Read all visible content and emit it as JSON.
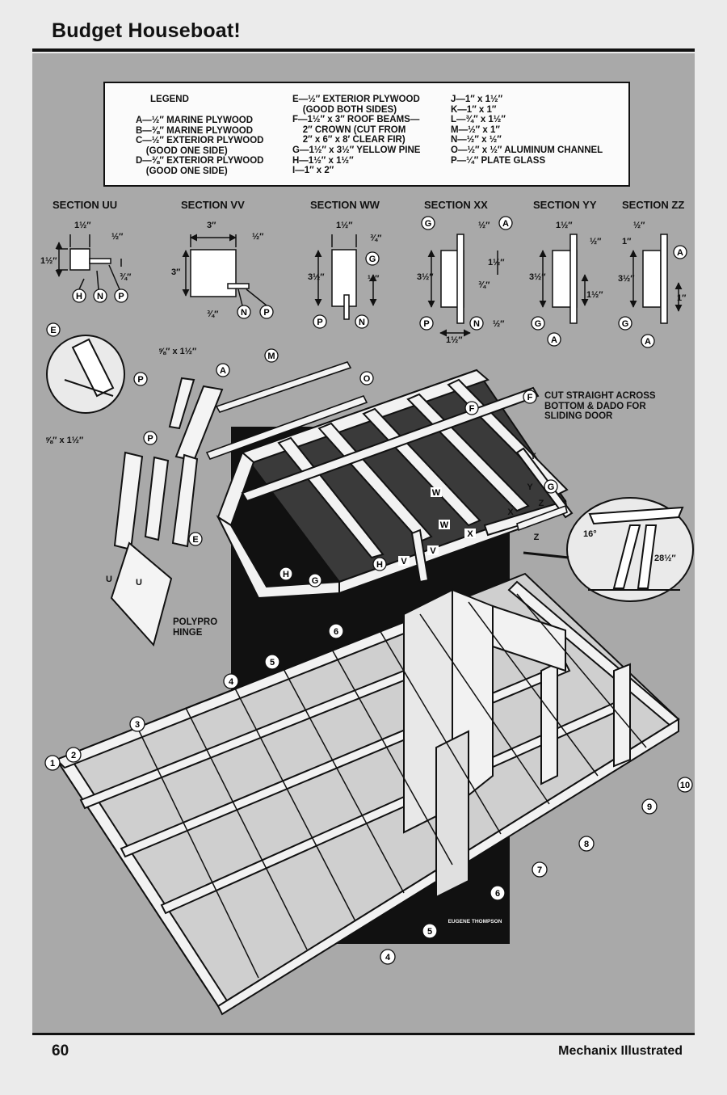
{
  "header": {
    "title": "Budget Houseboat!"
  },
  "footer": {
    "page_number": "60",
    "magazine": "Mechanix Illustrated"
  },
  "legend": {
    "title": "LEGEND",
    "col1": [
      "A—½″ MARINE PLYWOOD",
      "B—⅜″ MARINE PLYWOOD",
      "C—½″ EXTERIOR PLYWOOD",
      "    (GOOD ONE SIDE)",
      "D—⅜″ EXTERIOR PLYWOOD",
      "    (GOOD ONE SIDE)"
    ],
    "col2": [
      "E—½″ EXTERIOR PLYWOOD",
      "    (GOOD BOTH SIDES)",
      "F—1½″ x 3″ ROOF BEAMS—",
      "    2″ CROWN (CUT FROM",
      "    2″ x 6″ x 8′ CLEAR FIR)",
      "G—1½″ x 3½″ YELLOW PINE",
      "H—1½″ x 1½″",
      "I—1″ x 2″"
    ],
    "col3": [
      "J—1″ x 1½″",
      "K—1″ x 1″",
      "L—¾″ x 1½″",
      "M—½″ x 1″",
      "N—½″ x ½″",
      "O—½″ x ½″ ALUMINUM CHANNEL",
      "P—¼″ PLATE GLASS"
    ]
  },
  "sections": {
    "uu": {
      "label": "SECTION UU",
      "dims": [
        "1½″",
        "½″",
        "1½″",
        "¾″"
      ],
      "markers": [
        "H",
        "N",
        "P"
      ]
    },
    "vv": {
      "label": "SECTION VV",
      "dims": [
        "3″",
        "½″",
        "3″",
        "¾″"
      ],
      "markers": [
        "N",
        "P"
      ]
    },
    "ww": {
      "label": "SECTION WW",
      "dims": [
        "1½″",
        "¾″",
        "3½″",
        "½″"
      ],
      "markers": [
        "G",
        "P",
        "N"
      ]
    },
    "xx": {
      "label": "SECTION XX",
      "dims": [
        "½″",
        "1½″",
        "3½″",
        "¾″",
        "½″",
        "1½″"
      ],
      "markers": [
        "G",
        "A",
        "P",
        "N"
      ]
    },
    "yy": {
      "label": "SECTION YY",
      "dims": [
        "1½″",
        "½″",
        "3½″",
        "1½″"
      ],
      "markers": [
        "G",
        "A"
      ]
    },
    "zz": {
      "label": "SECTION ZZ",
      "dims": [
        "½″",
        "1″",
        "3½″",
        "1″"
      ],
      "markers": [
        "A",
        "G",
        "A"
      ]
    }
  },
  "callouts": {
    "dim_58_top": "⅝″ x 1½″",
    "dim_58_left": "⅝″ x 1½″",
    "note_f": [
      "CUT STRAIGHT ACROSS",
      "BOTTOM & DADO FOR",
      "SLIDING DOOR"
    ],
    "note_hinge": [
      "POLYPRO",
      "HINGE"
    ],
    "angle": "16°",
    "height": "28½″",
    "signature": "EUGENE THOMPSON"
  },
  "frame_numbers": [
    "1",
    "2",
    "3",
    "4",
    "5",
    "6",
    "10",
    "9",
    "8",
    "7",
    "6",
    "5",
    "4"
  ],
  "part_markers": [
    "E",
    "P",
    "A",
    "M",
    "O",
    "F",
    "F",
    "P",
    "E",
    "G",
    "H",
    "G",
    "H",
    "W",
    "W",
    "X",
    "X",
    "V",
    "V",
    "U",
    "U",
    "Y",
    "Y",
    "Z",
    "Z"
  ]
}
